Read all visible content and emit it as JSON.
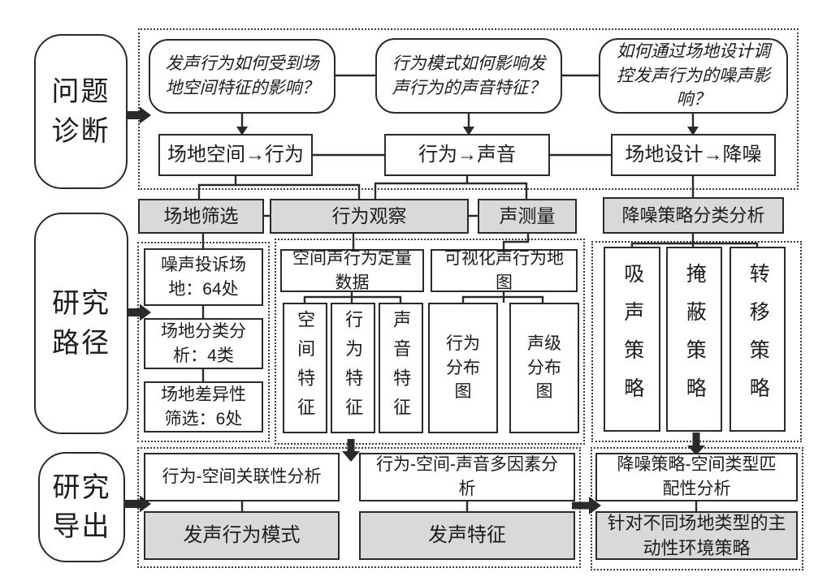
{
  "colors": {
    "line": "#2a2a2a",
    "gray_fill": "#d9d9d9"
  },
  "row_labels": [
    {
      "text": "问题诊断"
    },
    {
      "text": "研究路径"
    },
    {
      "text": "研究导出"
    }
  ],
  "diagnosis": {
    "questions": [
      "发声行为如何受到场地空间特征的影响？",
      "行为模式如何影响发声行为的声音特征？",
      "如何通过场地设计调控发声行为的噪声影响？"
    ],
    "relations": [
      "场地空间→行为",
      "行为→声音",
      "场地设计→降噪"
    ]
  },
  "methods": [
    "场地筛选",
    "行为观察",
    "声测量",
    "降噪策略分类分析"
  ],
  "path": {
    "site_steps": [
      "噪声投诉场地：64处",
      "场地分类分析：4类",
      "场地差异性筛选：6处"
    ],
    "data_headers": [
      "空间声行为定量数据",
      "可视化声行为地图"
    ],
    "features": [
      "空间特征",
      "行为特征",
      "声音特征"
    ],
    "maps": [
      "行为分布图",
      "声级分布图"
    ],
    "strategies": [
      "吸声策略",
      "掩蔽策略",
      "转移策略"
    ]
  },
  "output": {
    "analyses": [
      "行为-空间关联性分析",
      "行为-空间-声音多因素分析",
      "降噪策略-空间类型匹配性分析"
    ],
    "results": [
      "发声行为模式",
      "发声特征",
      "针对不同场地类型的主动性环境策略"
    ]
  }
}
